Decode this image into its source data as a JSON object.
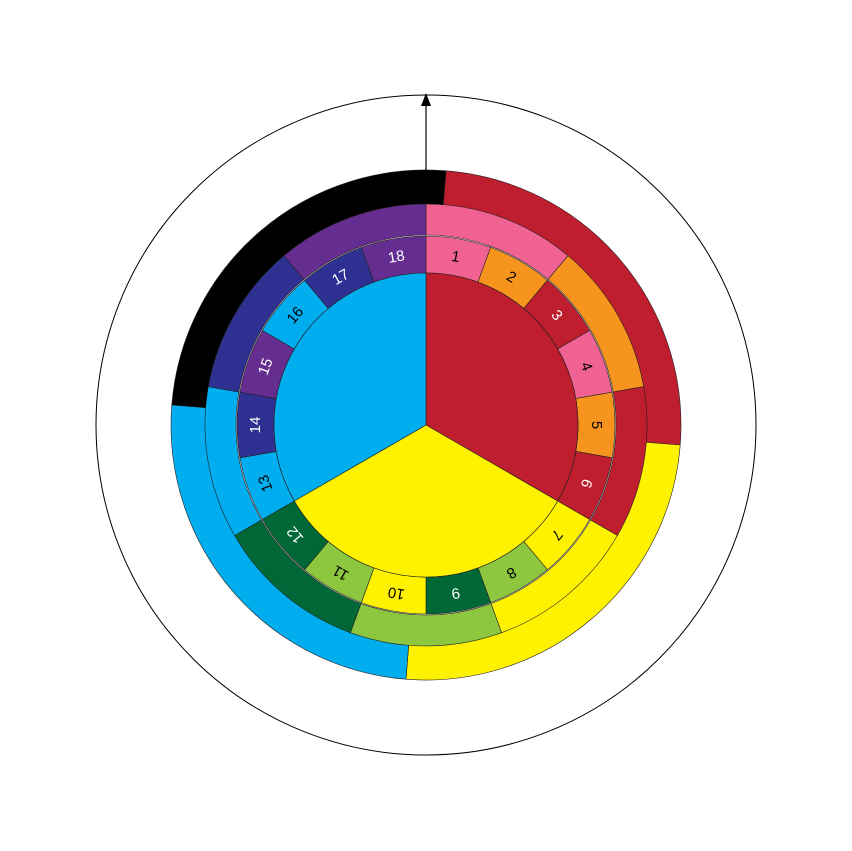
{
  "inner_circle": [
    {
      "label": "",
      "color": "#be1e2d"
    },
    {
      "label": "",
      "color": "#fff200"
    },
    {
      "label": "",
      "color": "#00aeef"
    }
  ],
  "numbered_ring": [
    {
      "label": "1",
      "color": "#f06292",
      "text_color": "#000000"
    },
    {
      "label": "2",
      "color": "#f7941d",
      "text_color": "#000000"
    },
    {
      "label": "3",
      "color": "#be1e2d",
      "text_color": "#ffffff"
    },
    {
      "label": "4",
      "color": "#f06292",
      "text_color": "#000000"
    },
    {
      "label": "5",
      "color": "#f7941d",
      "text_color": "#000000"
    },
    {
      "label": "6",
      "color": "#be1e2d",
      "text_color": "#ffffff"
    },
    {
      "label": "7",
      "color": "#fff200",
      "text_color": "#000000"
    },
    {
      "label": "8",
      "color": "#8dc63f",
      "text_color": "#000000"
    },
    {
      "label": "9",
      "color": "#006837",
      "text_color": "#ffffff"
    },
    {
      "label": "10",
      "color": "#fff200",
      "text_color": "#000000"
    },
    {
      "label": "11",
      "color": "#8dc63f",
      "text_color": "#000000"
    },
    {
      "label": "12",
      "color": "#006837",
      "text_color": "#ffffff"
    },
    {
      "label": "13",
      "color": "#00aeef",
      "text_color": "#000000"
    },
    {
      "label": "14",
      "color": "#2e3192",
      "text_color": "#ffffff"
    },
    {
      "label": "15",
      "color": "#662d91",
      "text_color": "#ffffff"
    },
    {
      "label": "16",
      "color": "#00aeef",
      "text_color": "#000000"
    },
    {
      "label": "17",
      "color": "#2e3192",
      "text_color": "#ffffff"
    },
    {
      "label": "18",
      "color": "#662d91",
      "text_color": "#ffffff"
    }
  ],
  "third_ring": [
    {
      "color": "#f06292"
    },
    {
      "color": "#f7941d"
    },
    {
      "color": "#be1e2d"
    },
    {
      "color": "#fff200"
    },
    {
      "color": "#8dc63f"
    },
    {
      "color": "#006837"
    },
    {
      "color": "#00aeef"
    },
    {
      "color": "#2e3192"
    },
    {
      "color": "#662d91"
    }
  ],
  "outer_ring": [
    {
      "color": "#be1e2d"
    },
    {
      "color": "#fff200"
    },
    {
      "color": "#00aeef"
    },
    {
      "color": "#000000"
    }
  ],
  "pointer": {
    "icon": "arrow-up-icon",
    "color": "#000000"
  },
  "boundary": {
    "color": "#000000"
  }
}
